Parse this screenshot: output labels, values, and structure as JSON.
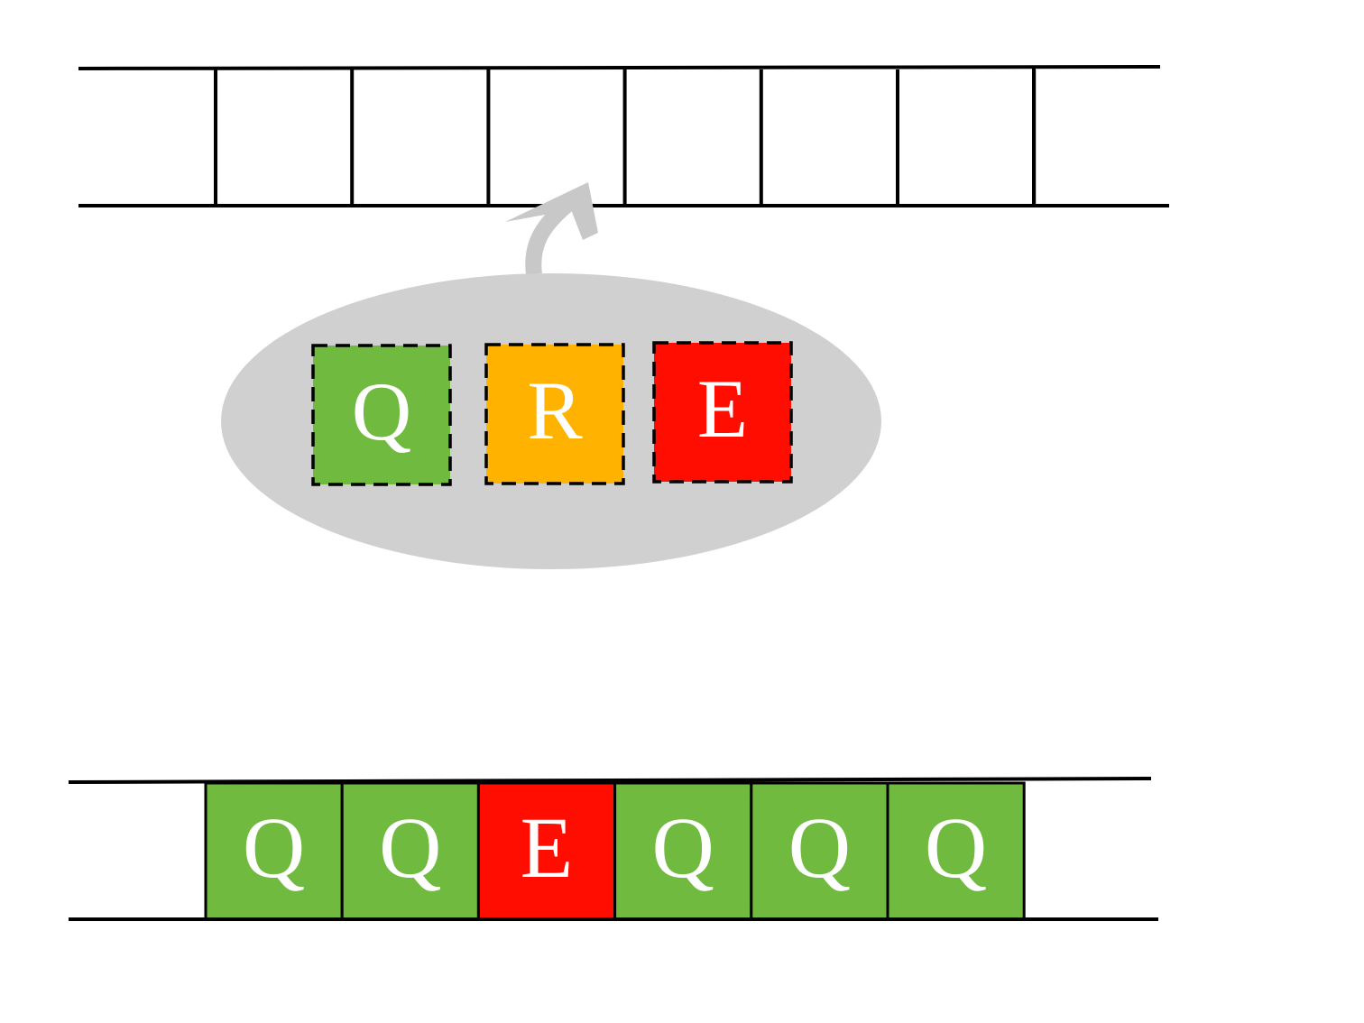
{
  "colors": {
    "Q": "#6fba3f",
    "R": "#ffb300",
    "E": "#ff0d00",
    "bubble": "#d0d0d0",
    "arrow": "#c8c8c8",
    "line": "#000000",
    "letter": "#ffffff"
  },
  "top_track": {
    "cells": [
      "",
      "",
      "",
      "",
      "",
      "",
      ""
    ]
  },
  "bubble": {
    "blocks": [
      "Q",
      "R",
      "E"
    ]
  },
  "bottom_track": {
    "cells": [
      "Q",
      "Q",
      "E",
      "Q",
      "Q",
      "Q"
    ]
  }
}
